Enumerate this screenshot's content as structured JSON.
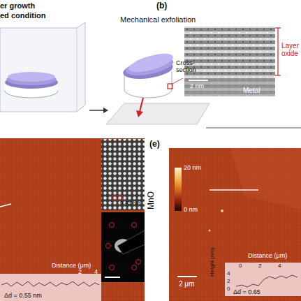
{
  "diagram": {
    "labels": [
      "er growth",
      "ed condition",
      "(b)",
      "Mechanical exfoliation",
      "Cross-section",
      "2 nm",
      "Layer oxide",
      "Metal",
      "0.43 nm",
      "Distance (μm)",
      "2",
      "4",
      "Δd = 0.55 nm",
      "(e)",
      "20 nm",
      "0 nm",
      "MnO",
      "2 μm",
      "Distance (μm)",
      "0",
      "2",
      "4",
      "Height (nm)",
      "4",
      "2",
      "0",
      "Δd = 0.65"
    ]
  }
}
